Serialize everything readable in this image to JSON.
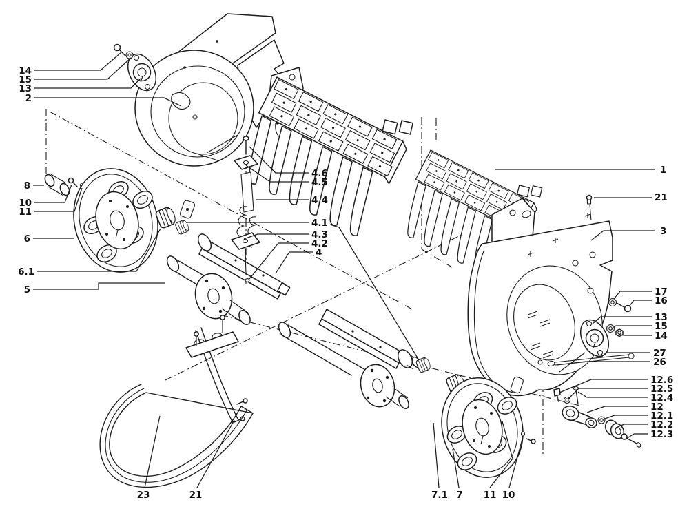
{
  "figure": {
    "kind": "exploded-parts-diagram",
    "background_color": "#ffffff",
    "ink_color": "#1c1c1c"
  },
  "callouts": [
    {
      "id": "14-left",
      "text": "14"
    },
    {
      "id": "15-left",
      "text": "15"
    },
    {
      "id": "13-left",
      "text": "13"
    },
    {
      "id": "2",
      "text": "2"
    },
    {
      "id": "8",
      "text": "8"
    },
    {
      "id": "10-left",
      "text": "10"
    },
    {
      "id": "11-left",
      "text": "11"
    },
    {
      "id": "6",
      "text": "6"
    },
    {
      "id": "6-1",
      "text": "6.1"
    },
    {
      "id": "5",
      "text": "5"
    },
    {
      "id": "4-6",
      "text": "4.6"
    },
    {
      "id": "4-5",
      "text": "4.5"
    },
    {
      "id": "4-4",
      "text": "4.4"
    },
    {
      "id": "4-1",
      "text": "4.1"
    },
    {
      "id": "4-3",
      "text": "4.3"
    },
    {
      "id": "4-2",
      "text": "4.2"
    },
    {
      "id": "4",
      "text": "4"
    },
    {
      "id": "1",
      "text": "1"
    },
    {
      "id": "21-right",
      "text": "21"
    },
    {
      "id": "3",
      "text": "3"
    },
    {
      "id": "17",
      "text": "17"
    },
    {
      "id": "16",
      "text": "16"
    },
    {
      "id": "13-right",
      "text": "13"
    },
    {
      "id": "15-right",
      "text": "15"
    },
    {
      "id": "14-right",
      "text": "14"
    },
    {
      "id": "27",
      "text": "27"
    },
    {
      "id": "26",
      "text": "26"
    },
    {
      "id": "12-6",
      "text": "12.6"
    },
    {
      "id": "12-5",
      "text": "12.5"
    },
    {
      "id": "12-4",
      "text": "12.4"
    },
    {
      "id": "12",
      "text": "12"
    },
    {
      "id": "12-1",
      "text": "12.1"
    },
    {
      "id": "12-2",
      "text": "12.2"
    },
    {
      "id": "12-3",
      "text": "12.3"
    },
    {
      "id": "23",
      "text": "23"
    },
    {
      "id": "21-bottom",
      "text": "21"
    },
    {
      "id": "7-1",
      "text": "7.1"
    },
    {
      "id": "7",
      "text": "7"
    },
    {
      "id": "11-bottom",
      "text": "11"
    },
    {
      "id": "10-bottom",
      "text": "10"
    }
  ]
}
